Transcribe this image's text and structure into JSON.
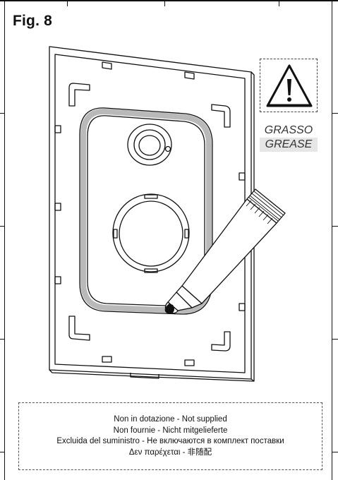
{
  "figure": {
    "title": "Fig. 8"
  },
  "warning": {
    "icon": "warning-triangle-icon",
    "label_it": "GRASSO",
    "label_en": "GREASE"
  },
  "notice": {
    "lines": [
      "Non in dotazione - Not supplied",
      "Non fournie - Nicht mitgelieferte",
      "Excluida del suministro - Не включаются в комплект поставки",
      "Δεν παρέχεται - 非随配"
    ]
  }
}
